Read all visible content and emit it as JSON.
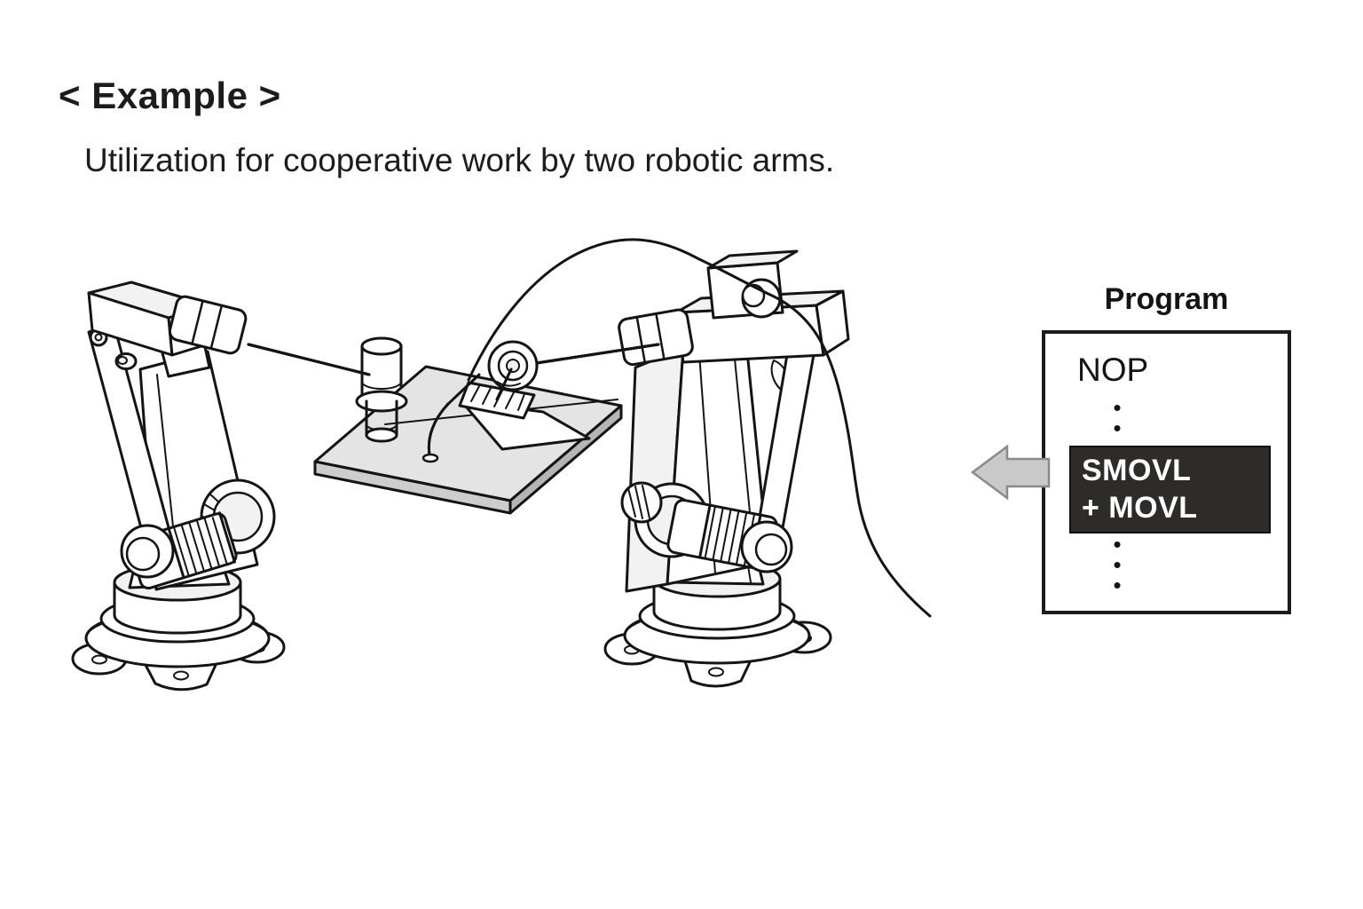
{
  "heading": "< Example >",
  "caption": "Utilization for cooperative work by two robotic arms.",
  "program": {
    "title": "Program",
    "first_instruction": "NOP",
    "highlight_line1": "SMOVL",
    "highlight_line2": "+ MOVL",
    "dot": "•"
  },
  "colors": {
    "highlight_bg": "#2d2c2b",
    "highlight_text": "#ffffff",
    "box_border": "#1c1c1c",
    "arrow_fill": "#c9c9c9",
    "arrow_stroke": "#8a8a8a",
    "cable": "#1e1e1e",
    "line_art": "#141414",
    "plate_top": "#e4e4e4",
    "plate_side": "#b5b5b5"
  }
}
